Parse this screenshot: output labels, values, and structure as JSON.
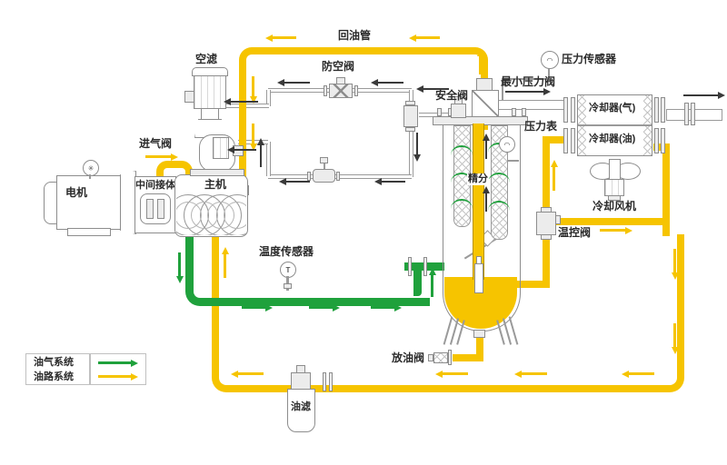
{
  "diagram": {
    "type": "compressor-system-flow-diagram",
    "labels": {
      "air_filter": "空滤",
      "return_oil_pipe": "回油管",
      "blowoff_valve": "防空阀",
      "safety_valve": "安全阀",
      "min_pressure_valve": "最小压力阀",
      "pressure_sensor": "压力传感器",
      "pressure_gauge": "压力表",
      "cooler_air": "冷却器(气)",
      "cooler_oil": "冷却器(油)",
      "cooling_fan": "冷却风机",
      "temp_control_valve": "温控阀",
      "intake_valve": "进气阀",
      "motor": "电机",
      "intermediate_body": "中间接体",
      "airend": "主机",
      "fine_separator": "精分",
      "temp_sensor": "温度传感器",
      "oil_drain_valve": "放油阀",
      "oil_filter": "油滤"
    },
    "gauge_glyphs": {
      "temp_sensor_dial": "T"
    },
    "legend": {
      "items": [
        {
          "label": "油气系统",
          "color": "#1FA13C"
        },
        {
          "label": "油路系统",
          "color": "#F6C400"
        }
      ]
    },
    "colors": {
      "oil_gas_line": "#1FA13C",
      "oil_line": "#F6C400",
      "control_line": "#9a9a9a",
      "oil_fill": "#F6C400"
    }
  }
}
